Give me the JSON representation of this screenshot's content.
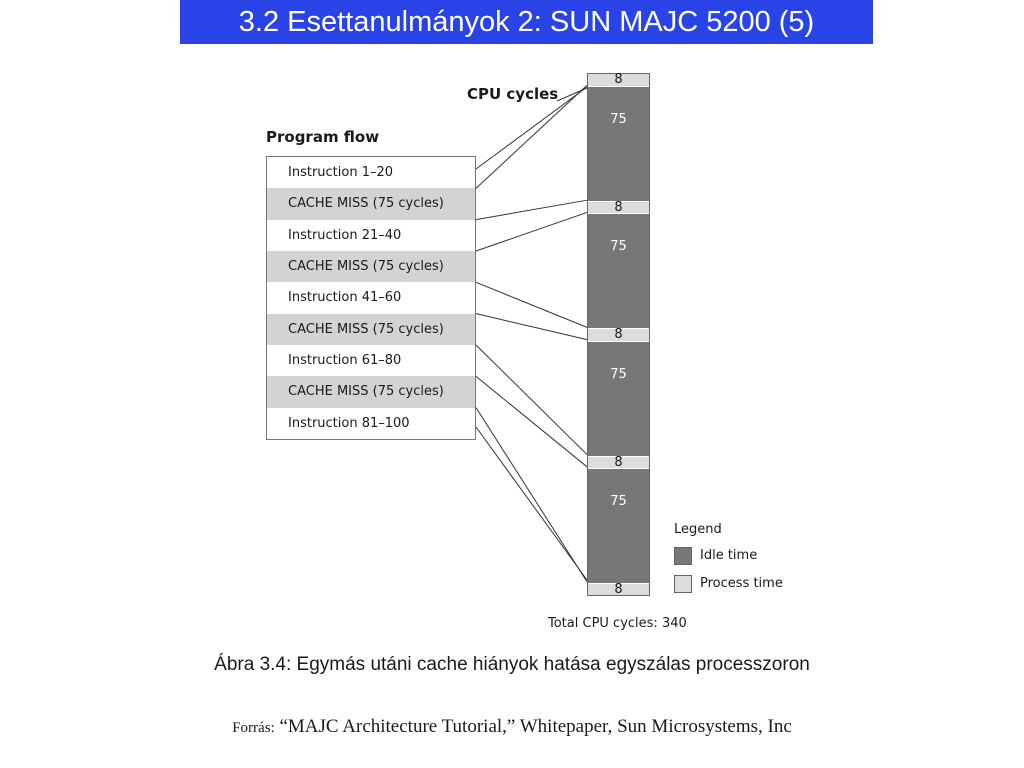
{
  "title": "3.2 Esettanulmányok 2: SUN MAJC 5200 (5)",
  "diagram": {
    "cpu_cycles_label": "CPU cycles",
    "program_flow_label": "Program flow",
    "program_flow": [
      {
        "label": "Instruction 1–20",
        "kind": "instruction"
      },
      {
        "label": "CACHE MISS (75 cycles)",
        "kind": "miss"
      },
      {
        "label": "Instruction 21–40",
        "kind": "instruction"
      },
      {
        "label": "CACHE MISS (75 cycles)",
        "kind": "miss"
      },
      {
        "label": "Instruction 41–60",
        "kind": "instruction"
      },
      {
        "label": "CACHE MISS (75 cycles)",
        "kind": "miss"
      },
      {
        "label": "Instruction 61–80",
        "kind": "instruction"
      },
      {
        "label": "CACHE MISS (75 cycles)",
        "kind": "miss"
      },
      {
        "label": "Instruction 81–100",
        "kind": "instruction"
      }
    ],
    "cpu_segments": [
      {
        "value": 8,
        "label": "8",
        "kind": "process"
      },
      {
        "value": 75,
        "label": "75",
        "kind": "idle"
      },
      {
        "value": 8,
        "label": "8",
        "kind": "process"
      },
      {
        "value": 75,
        "label": "75",
        "kind": "idle"
      },
      {
        "value": 8,
        "label": "8",
        "kind": "process"
      },
      {
        "value": 75,
        "label": "75",
        "kind": "idle"
      },
      {
        "value": 8,
        "label": "8",
        "kind": "process"
      },
      {
        "value": 75,
        "label": "75",
        "kind": "idle"
      },
      {
        "value": 8,
        "label": "8",
        "kind": "process"
      }
    ],
    "legend": {
      "title": "Legend",
      "idle": "Idle time",
      "process": "Process time"
    },
    "total": "Total CPU cycles: 340",
    "colors": {
      "idle": "#777777",
      "process": "#dcdcdc",
      "miss_row": "#d3d3d3",
      "title_bg": "#2a43e6"
    }
  },
  "caption": "Ábra 3.4: Egymás utáni cache hiányok hatása egyszálas processzoron",
  "source": {
    "label": "Forrás:",
    "text": "“MAJC Architecture Tutorial,” Whitepaper, Sun Microsystems, Inc"
  }
}
